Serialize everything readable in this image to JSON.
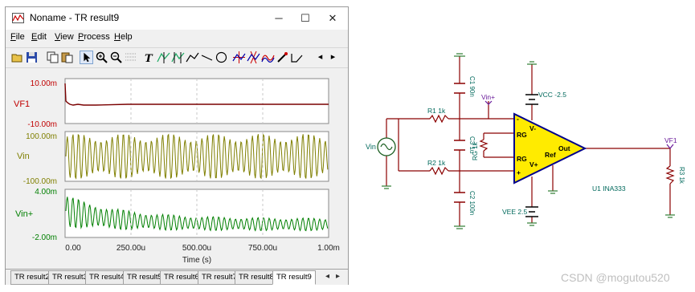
{
  "window": {
    "title": "Noname - TR result9",
    "minimize_icon": "─",
    "maximize_icon": "☐",
    "close_icon": "✕"
  },
  "menu": [
    {
      "key": "F",
      "rest": "ile"
    },
    {
      "key": "E",
      "rest": "dit"
    },
    {
      "key": "V",
      "rest": "iew"
    },
    {
      "key": "P",
      "rest": "rocess"
    },
    {
      "key": "H",
      "rest": "elp"
    }
  ],
  "toolbar": {
    "icons": [
      "open-file-icon",
      "save-icon",
      "copy-icon",
      "paste-icon",
      "pointer-icon",
      "zoom-in-icon",
      "zoom-out-icon",
      "grid-icon",
      "text-icon",
      "cursor-a-icon",
      "cursor-b-icon",
      "draw-icon",
      "line-icon",
      "circle-icon",
      "marker-icon",
      "marker-2-icon",
      "wave-icon",
      "probe-icon",
      "step-icon"
    ],
    "nav_left": "◂",
    "nav_right": "▸"
  },
  "chart_data": [
    {
      "type": "line",
      "title": "",
      "series": [
        {
          "name": "VF1",
          "color": "#7a0000",
          "values": [
            0.0,
            -0.1,
            -0.2,
            -0.1,
            0.0,
            0.0
          ]
        }
      ],
      "ylim_labels": [
        "10.00m",
        "-10.00m"
      ],
      "ylim": [
        -0.01,
        0.01
      ],
      "note_visible_shape": "flat trace near 0 with small initial dip"
    },
    {
      "type": "line",
      "title": "",
      "series": [
        {
          "name": "Vin",
          "color": "#7f7f00",
          "amplitude": 0.1
        }
      ],
      "ylim_labels": [
        "100.00m",
        "-100.00m"
      ],
      "ylim": [
        -0.1,
        0.1
      ]
    },
    {
      "type": "line",
      "title": "",
      "series": [
        {
          "name": "Vin+",
          "color": "#007f00",
          "start_top": 4.0,
          "settled_top": 0.8,
          "settled_bottom": -1.2
        }
      ],
      "ylim_labels": [
        "4.00m",
        "-2.00m"
      ],
      "ylim": [
        -0.002,
        0.004
      ]
    }
  ],
  "x_axis": {
    "ticks": [
      "0.00",
      "250.00u",
      "500.00u",
      "750.00u",
      "1.00m"
    ],
    "label": "Time (s)"
  },
  "tabs": [
    "TR result2",
    "TR result3",
    "TR result4",
    "TR result5",
    "TR result6",
    "TR result7",
    "TR result8",
    "TR result9"
  ],
  "tabs_active": "TR result9",
  "tab_nav": {
    "left": "◂",
    "right": "▸"
  },
  "schematic": {
    "vin_label": "Vin",
    "r1": "R1 1k",
    "r2": "R2 1k",
    "c1": "C1 90n",
    "c2": "C2 100n",
    "c3": "C3 1u",
    "rg": "RG 1k",
    "vin_plus": "Vin+",
    "vcc": "VCC -2.5",
    "vee": "VEE 2.5",
    "opamp_pins": {
      "vminus": "V-",
      "rg_top": "RG",
      "rg_bot": "RG",
      "vplus": "V+",
      "out": "Out",
      "ref": "Ref",
      "minus": "-",
      "plus": "+"
    },
    "u1": "U1 INA333",
    "vf1": "VF1",
    "r3": "R3 1k"
  },
  "watermark": "CSDN @mogutou520"
}
